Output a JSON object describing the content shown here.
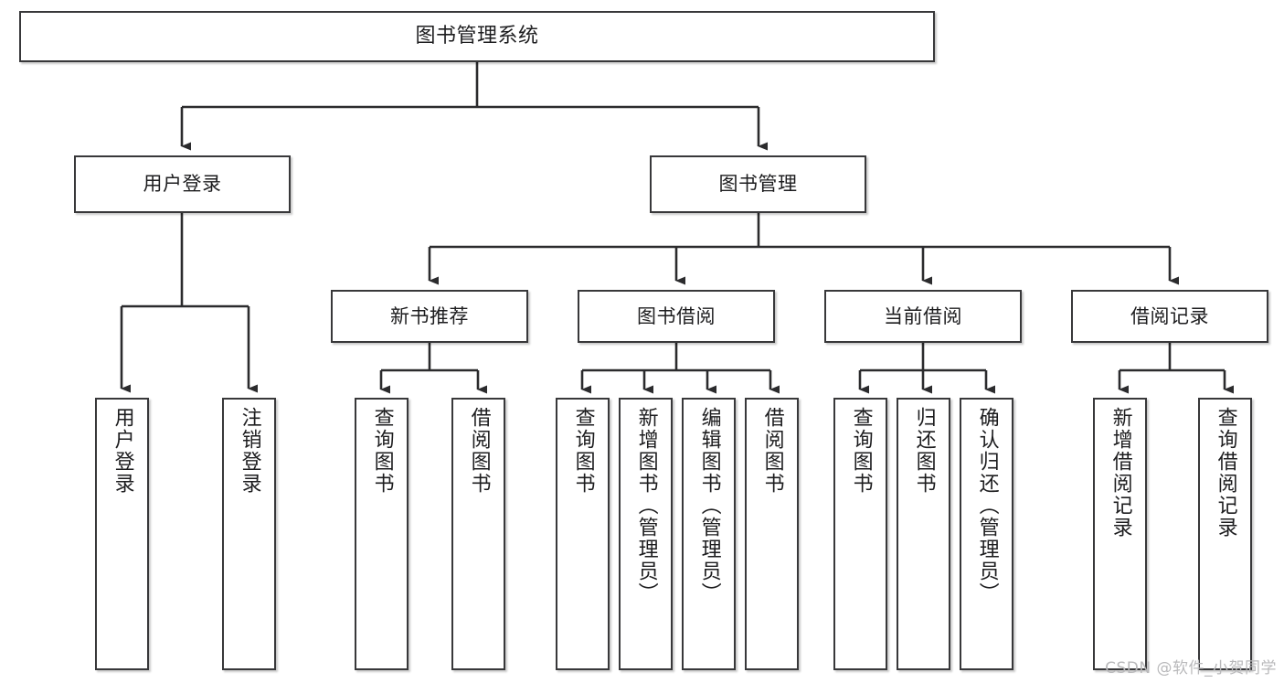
{
  "diagram": {
    "type": "tree",
    "title": "图书管理系统",
    "orientation": "top-down",
    "colors": {
      "box_border": "#38383a",
      "box_fill": "#ffffff",
      "edge": "#2b2b2d",
      "text": "#1d1d1f",
      "watermark": "#b9b9bb",
      "background": "#ffffff"
    }
  },
  "nodes": {
    "root": {
      "label": "图书管理系统"
    },
    "level2": [
      {
        "label": "用户登录"
      },
      {
        "label": "图书管理"
      }
    ],
    "level3": [
      {
        "label": "新书推荐"
      },
      {
        "label": "图书借阅"
      },
      {
        "label": "当前借阅"
      },
      {
        "label": "借阅记录"
      }
    ],
    "leaves": {
      "user_login": [
        {
          "label": "用户登录"
        },
        {
          "label": "注销登录"
        }
      ],
      "new_book_recommend": [
        {
          "label": "查询图书"
        },
        {
          "label": "借阅图书"
        }
      ],
      "book_borrow": [
        {
          "label": "查询图书"
        },
        {
          "label": "新增图书（管理员）"
        },
        {
          "label": "编辑图书（管理员）"
        },
        {
          "label": "借阅图书"
        }
      ],
      "current_borrow": [
        {
          "label": "查询图书"
        },
        {
          "label": "归还图书"
        },
        {
          "label": "确认归还（管理员）"
        }
      ],
      "borrow_record": [
        {
          "label": "新增借阅记录"
        },
        {
          "label": "查询借阅记录"
        }
      ]
    }
  },
  "watermark": {
    "text": "CSDN @软件_小贺同学"
  }
}
